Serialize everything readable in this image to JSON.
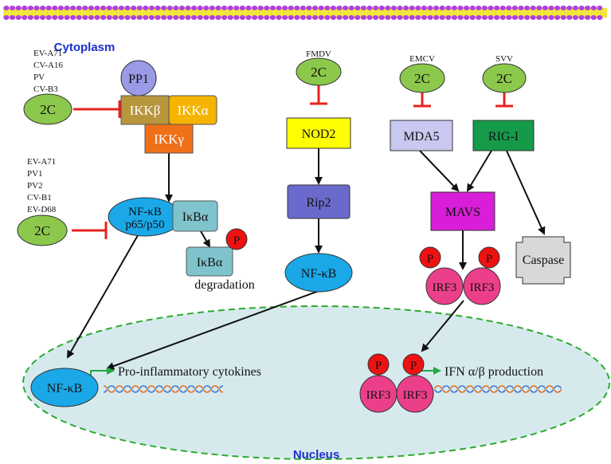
{
  "compartments": {
    "cytoplasm": "Cytoplasm",
    "nucleus": "Nucleus"
  },
  "left_pathway": {
    "group1_viruses": [
      "EV-A71",
      "CV-A16",
      "PV",
      "CV-B3"
    ],
    "group1_protein": "2C",
    "group2_viruses": [
      "EV-A71",
      "PV1",
      "PV2",
      "CV-B1",
      "EV-D68"
    ],
    "group2_protein": "2C",
    "pp1": "PP1",
    "ikk_beta": "IKKβ",
    "ikk_alpha": "IKKα",
    "ikk_gamma": "IKKγ",
    "nfkb_line1": "NF-κB",
    "nfkb_line2": "p65/p50",
    "ikba": "IκBα",
    "ikba_phos": "IκBα",
    "phos_mark": "P",
    "degradation": "degradation"
  },
  "middle_pathway": {
    "virus": "FMDV",
    "protein": "2C",
    "nod2": "NOD2",
    "rip2": "Rip2",
    "nfkb": "NF-κB"
  },
  "right_pathway": {
    "virus_a": "EMCV",
    "protein_a": "2C",
    "virus_b": "SVV",
    "protein_b": "2C",
    "mda5": "MDA5",
    "rigi": "RIG-I",
    "mavs": "MAVS",
    "caspase": "Caspase",
    "irf3": "IRF3",
    "phos_mark": "P"
  },
  "nucleus_content": {
    "nfkb": "NF-κB",
    "nfkb_output": "Pro-inflammatory cytokines",
    "irf3": "IRF3",
    "phos_mark": "P",
    "irf3_output": "IFN α/β production"
  },
  "colors": {
    "membrane_head": "#b040e0",
    "membrane_core": "#f2e63a",
    "viral_protein": "#8cc84b",
    "pp1": "#9a9ae6",
    "ikk_beta": "#b8963c",
    "ikk_alpha": "#f5b400",
    "ikk_gamma": "#f07018",
    "nfkb": "#1aa8e8",
    "ikba": "#7fc4cc",
    "phospho": "#ee1111",
    "nod2": "#ffff00",
    "rip2": "#6a6acc",
    "mda5": "#c8c8f0",
    "rigi": "#159a4a",
    "mavs": "#d81ed8",
    "irf3": "#ec3f8a",
    "caspase": "#d8d8d8",
    "nucleus_fill": "#d6eaee",
    "nucleus_border": "#2eaa2e",
    "inhibit": "#e8231e",
    "activate": "#111111",
    "transcribe": "#22aa44",
    "compartment_label": "#1a2fcc"
  }
}
